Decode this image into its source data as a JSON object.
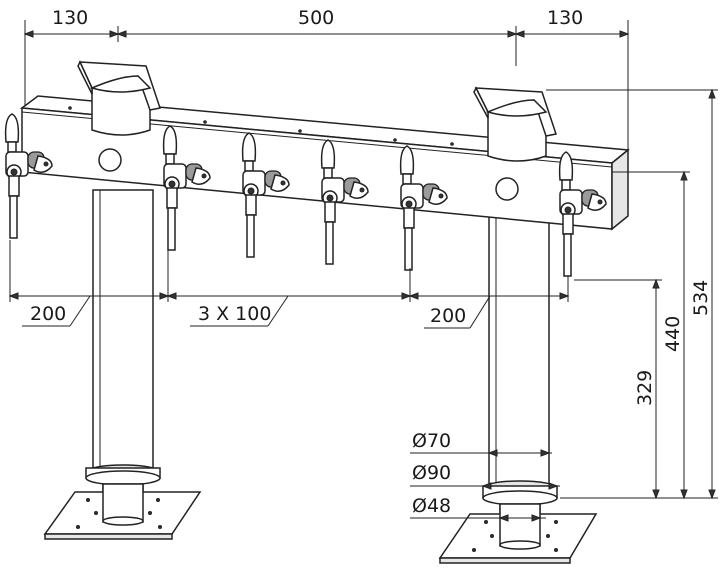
{
  "drawing": {
    "dimensions": {
      "top_left_overhang": "130",
      "top_center_span": "500",
      "top_right_overhang": "130",
      "tap_left_offset": "200",
      "tap_spacing": "3 X 100",
      "tap_right_offset": "200",
      "height_tap_outlet": "329",
      "height_bar_bottom": "440",
      "height_total": "534",
      "diameter_column": "Ø70",
      "diameter_collar": "Ø90",
      "diameter_base_tube": "Ø48"
    },
    "tap_count": 6,
    "column_count": 2
  }
}
